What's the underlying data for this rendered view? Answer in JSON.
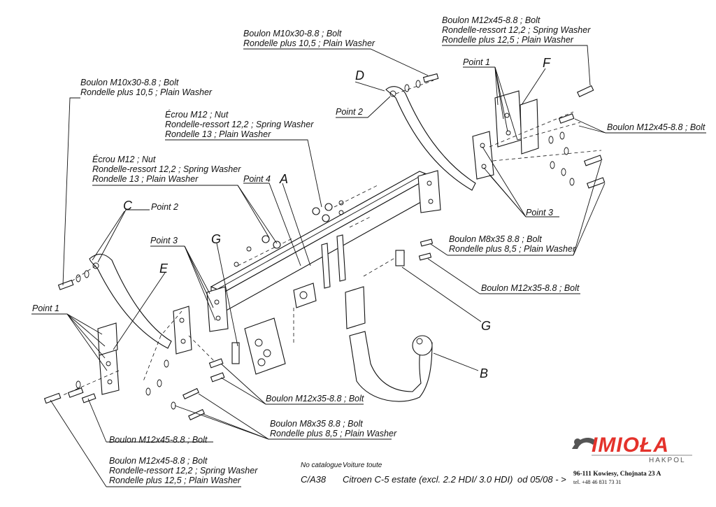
{
  "labels": {
    "bolt_m10_top": "Boulon M10x30-8.8 ;  Bolt",
    "washer_10_top": "Rondelle plus 10,5 ; Plain Washer",
    "bolt_m10_left": "Boulon  M10x30-8.8 ;  Bolt",
    "washer_10_left": "Rondelle plus 10,5 ; Plain Washer",
    "nut_m12_upper": "Écrou  M12 ; Nut",
    "spring_12_upper": "Rondelle-ressort 12,2 ; Spring Washer",
    "washer_13_upper": "Rondelle 13 ; Plain Washer",
    "nut_m12_lower": "Écrou  M12 ; Nut",
    "spring_12_lower": "Rondelle-ressort  12,2 ; Spring Washer",
    "washer_13_lower": "Rondelle  13 ; Plain Washer",
    "bolt_m12x45_top": "Boulon M12x45-8.8 ;  Bolt",
    "spring_12_top": "Rondelle-ressort  12,2 ; Spring Washer",
    "washer_125_top": "Rondelle plus 12,5 ; Plain Washer",
    "bolt_m12x45_right": "Boulon M12x45-8.8 ;  Bolt",
    "bolt_m8_right": "Boulon  M8x35 8.8 ;  Bolt",
    "washer_85_right": "Rondelle plus  8,5 ; Plain Washer",
    "bolt_m12x35_right": "Boulon M12x35-8.8 ;  Bolt",
    "bolt_m12x35_center": "Boulon M12x35-8.8 ;  Bolt",
    "bolt_m8_center": "Boulon M8x35 8.8 ;  Bolt",
    "washer_85_center": "Rondelle plus 8,5 ; Plain Washer",
    "bolt_m12x45_left": "Boulon M12x45-8.8 ;  Bolt",
    "bolt_m12x45_bottom": "Boulon M12x45-8.8 ;  Bolt",
    "spring_12_bottom": "Rondelle-ressort  12,2 ; Spring Washer",
    "washer_125_bottom": "Rondelle plus 12,5 ; Plain Washer",
    "point1_left": "Point  1",
    "point1_right": "Point  1",
    "point2_left": "Point  2",
    "point2_right": "Point  2",
    "point3_left": "Point  3",
    "point3_right": "Point  3",
    "point4": "Point  4",
    "letter_a": "A",
    "letter_b": "B",
    "letter_c": "C",
    "letter_d": "D",
    "letter_e": "E",
    "letter_f": "F",
    "letter_g_left": "G",
    "letter_g_right": "G"
  },
  "catalogue": {
    "no_catalogue_label": "No catalogue",
    "vehicle_label": "Voiture toute",
    "code": "C/A38",
    "vehicle": "Citroen C-5 estate (excl. 2.2 HDI/ 3.0 HDI)",
    "date": "od 05/08 - >"
  },
  "brand": {
    "name": "IMIOŁA",
    "sub": "HAKPOL",
    "address": "96-111 Kowiesy, Chojnata 23 A",
    "phone": "tel. +48 46 831 73 31",
    "color": "#e4322b"
  }
}
